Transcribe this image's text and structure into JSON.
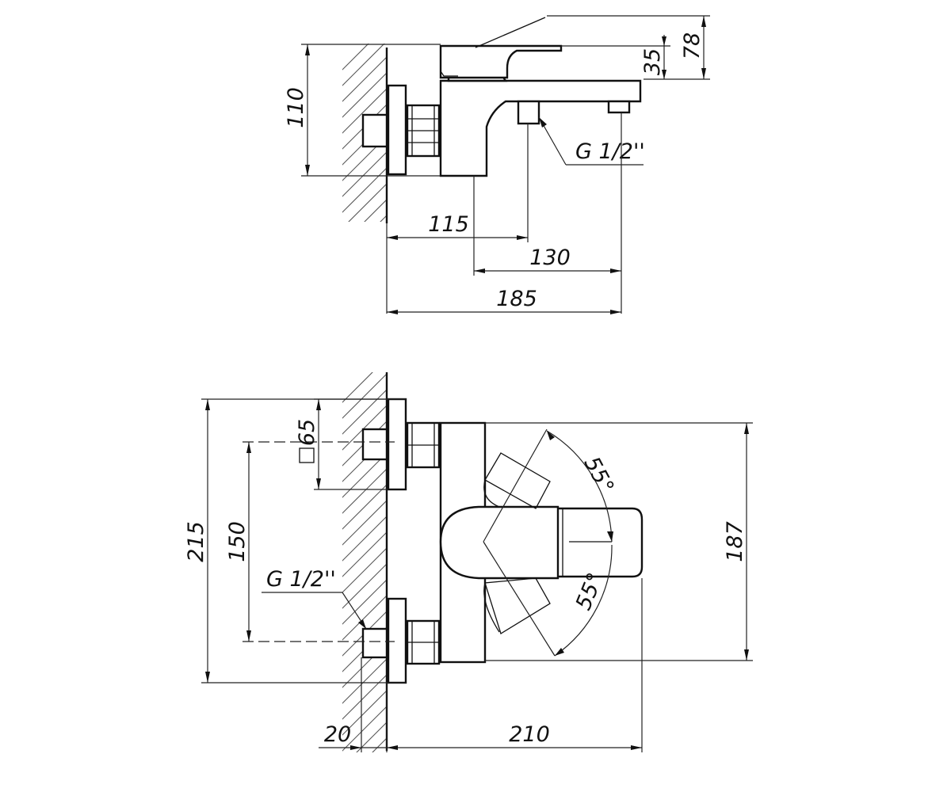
{
  "side_view": {
    "dims": {
      "height_78": "78",
      "handle_35": "35",
      "height_110": "110",
      "thread": "G 1/2''",
      "dist_115": "115",
      "dist_130": "130",
      "dist_185": "185"
    }
  },
  "top_view": {
    "dims": {
      "square_65": "65",
      "height_215": "215",
      "centers_150": "150",
      "thread": "G 1/2''",
      "angle_upper": "55°",
      "angle_lower": "55°",
      "width_187": "187",
      "offset_20": "20",
      "depth_210": "210"
    }
  }
}
